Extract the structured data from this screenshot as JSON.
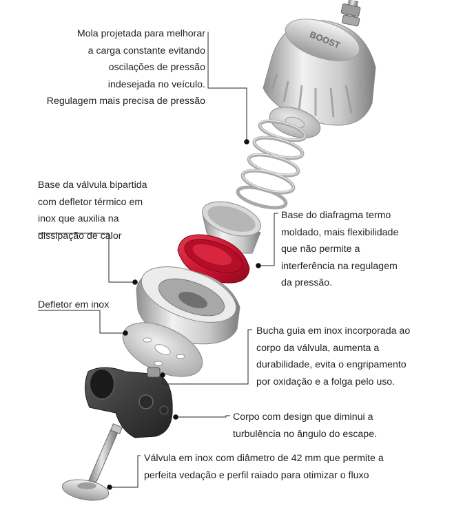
{
  "callouts": {
    "spring": {
      "lines": [
        "Mola projetada para melhorar",
        "a carga constante evitando",
        "oscilações de pressão",
        "indesejada no veículo.",
        "Regulagem mais precisa de pressão"
      ]
    },
    "base": {
      "lines": [
        "Base da válvula bipartida",
        "com defletor térmico em",
        "inox que auxilia na",
        "dissipação de calor"
      ]
    },
    "deflector": {
      "lines": [
        "Defletor em inox"
      ]
    },
    "diaphragm": {
      "lines": [
        "Base do diafragma termo",
        "moldado, mais flexibilidade",
        "que não permite a",
        "interferência na regulagem",
        "da pressão."
      ]
    },
    "bushing": {
      "lines": [
        "Bucha guia em inox incorporada ao",
        "corpo da válvula, aumenta a",
        "durabilidade, evita o engripamento",
        "por oxidação e a folga pelo uso."
      ]
    },
    "body": {
      "lines": [
        "Corpo com design que diminui a",
        "turbulência no ângulo do escape."
      ]
    },
    "valve": {
      "lines": [
        "Válvula em inox com diâmetro de 42 mm  que permite a",
        "perfeita vedação e perfil raiado para otimizar o fluxo"
      ]
    }
  },
  "cap_logo_text": "BOOST",
  "colors": {
    "text": "#1f1f1f",
    "leader": "#222222",
    "aluminum_light": "#e6e6e6",
    "aluminum_dark": "#8c8c8c",
    "diaphragm_red": "#c8102e",
    "cast_iron": "#3c3c3c",
    "steel": "#b9b9b9"
  }
}
